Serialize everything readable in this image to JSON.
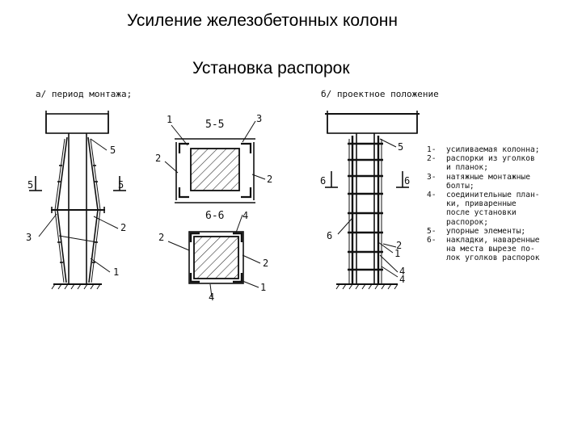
{
  "header": {
    "title": "Усиление железобетонных колонн",
    "subtitle": "Установка распорок"
  },
  "drawing": {
    "left_caption": "а/ период монтажа;",
    "right_caption": "б/ проектное положение",
    "section_55": "5-5",
    "section_66": "6-6",
    "marks": [
      "1",
      "2",
      "3",
      "4",
      "5",
      "6"
    ],
    "legend": [
      {
        "num": "1-",
        "text": "усиливаемая колонна;"
      },
      {
        "num": "2-",
        "text": "распорки из уголков\nи планок;"
      },
      {
        "num": "3-",
        "text": "натяжные монтажные\nболты;"
      },
      {
        "num": "4-",
        "text": "соединительные план-\nки, приваренные\nпосле установки\nраспорок;"
      },
      {
        "num": "5-",
        "text": "упорные элементы;"
      },
      {
        "num": "6-",
        "text": "накладки, наваренные\nна места вырезе по-\nлок уголков распорок"
      }
    ]
  }
}
